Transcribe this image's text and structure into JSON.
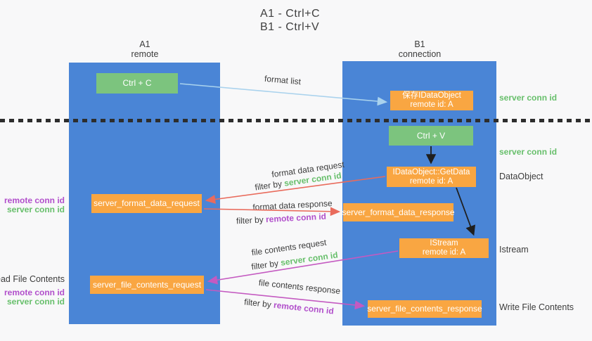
{
  "title": {
    "line1": "A1 - Ctrl+C",
    "line2": "B1 - Ctrl+V"
  },
  "columns": [
    {
      "id": "A1",
      "subtitle": "remote"
    },
    {
      "id": "B1",
      "subtitle": "connection"
    }
  ],
  "boxes": {
    "ctrl_c": "Ctrl + C",
    "ctrl_v": "Ctrl + V",
    "save_dataobject": {
      "line1": "保存IDataObject",
      "line2": "remote id: A"
    },
    "getdata": {
      "line1": "IDataObject::GetData",
      "line2": "remote id: A"
    },
    "istream": {
      "line1": "IStream",
      "line2": "remote id: A"
    },
    "format_request": "server_format_data_request",
    "format_response": "server_format_data_response",
    "file_request": "server_file_contents_request",
    "file_response": "server_file_contents_response"
  },
  "side_labels": {
    "right": {
      "server_conn_id_top": "server conn id",
      "server_conn_id_mid": "server conn id",
      "dataobject": "DataObject",
      "istream": "Istream",
      "write_file": "Write File Contents"
    },
    "left": {
      "remote_conn_id_top": "remote conn id",
      "server_conn_id_top": "server conn id",
      "read_file": "Read File Contents",
      "remote_conn_id_bottom": "remote conn id",
      "server_conn_id_bottom": "server conn id"
    }
  },
  "arrow_labels": {
    "format_list": "format list",
    "format_data_request": "format data request",
    "format_data_response": "format data response",
    "file_contents_request": "file contents request",
    "file_contents_response": "file contents response",
    "filter_by": "filter by ",
    "server_conn_id": "server conn id",
    "remote_conn_id": "remote conn id"
  },
  "colors": {
    "column_blue": "#4a85d6",
    "box_green": "#7cc47e",
    "box_orange": "#f9a642",
    "arrow_lightblue": "#a9d2ed",
    "arrow_red": "#e96b5c",
    "arrow_magenta": "#c45ac1",
    "arrow_black": "#1f1f1f",
    "text_green": "#67bf6b",
    "text_purple": "#b14fcb"
  }
}
